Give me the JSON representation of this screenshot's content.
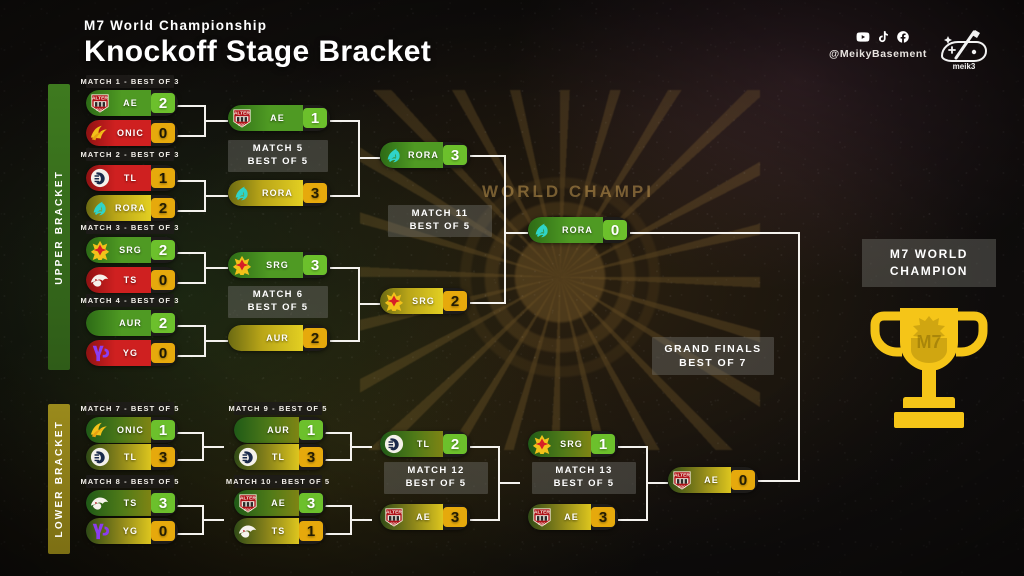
{
  "header": {
    "subtitle": "M7 World Championship",
    "title": "Knockoff Stage Bracket",
    "handle": "@MeikyBasement",
    "social_icons": [
      "youtube-icon",
      "tiktok-icon",
      "facebook-icon"
    ],
    "logo": "meiky-logo"
  },
  "rails": {
    "upper": "UPPER BRACKET",
    "lower": "LOWER BRACKET",
    "upper_color": "#3e7a1f",
    "lower_color": "#9a8a1c"
  },
  "colors": {
    "winner_green": "#6cc02c",
    "loser_red": "#cf2020",
    "gold": "#e6a90c",
    "trophy": "#f5c518",
    "line": "#f4f2ee"
  },
  "stage_labels": {
    "match5": "MATCH 5\nBEST OF 5",
    "match6": "MATCH 6\nBEST OF 5",
    "match11": "MATCH 11\nBEST OF 5",
    "match12": "MATCH 12\nBEST OF 5",
    "match13": "MATCH 13\nBEST OF 5",
    "grand_finals": "GRAND FINALS\nBEST OF 7"
  },
  "match_headers": {
    "m1": "MATCH 1 - BEST OF 3",
    "m2": "MATCH 2 - BEST OF 3",
    "m3": "MATCH 3 - BEST OF 3",
    "m4": "MATCH 4 - BEST OF 3",
    "m7": "MATCH 7 - BEST OF 5",
    "m8": "MATCH 8 - BEST OF 5",
    "m9": "MATCH 9 - BEST OF 5",
    "m10": "MATCH 10 - BEST OF 5"
  },
  "champion": {
    "label": "M7 WORLD\nCHAMPION",
    "trophy_icon": "trophy-icon",
    "trophy_emblem": "M7"
  },
  "watermark": {
    "text": "WORLD CHAMPI"
  },
  "matches": {
    "m1": [
      {
        "team": "AE",
        "logo": "ae-logo",
        "score": "2",
        "state": "win"
      },
      {
        "team": "ONIC",
        "logo": "onic-logo",
        "score": "0",
        "state": "lose"
      }
    ],
    "m2": [
      {
        "team": "TL",
        "logo": "tl-logo",
        "score": "1",
        "state": "lose"
      },
      {
        "team": "RORA",
        "logo": "rora-logo",
        "score": "2",
        "state": "gold"
      }
    ],
    "m3": [
      {
        "team": "SRG",
        "logo": "srg-logo",
        "score": "2",
        "state": "win"
      },
      {
        "team": "TS",
        "logo": "ts-logo",
        "score": "0",
        "state": "lose"
      }
    ],
    "m4": [
      {
        "team": "AUR",
        "logo": "aur-logo",
        "score": "2",
        "state": "win"
      },
      {
        "team": "YG",
        "logo": "yg-logo",
        "score": "0",
        "state": "lose"
      }
    ],
    "m5": [
      {
        "team": "AE",
        "logo": "ae-logo",
        "score": "1",
        "state": "win"
      },
      {
        "team": "RORA",
        "logo": "rora-logo",
        "score": "3",
        "state": "gold"
      }
    ],
    "m6": [
      {
        "team": "SRG",
        "logo": "srg-logo",
        "score": "3",
        "state": "win"
      },
      {
        "team": "AUR",
        "logo": "aur-logo",
        "score": "2",
        "state": "gold"
      }
    ],
    "m11": [
      {
        "team": "RORA",
        "logo": "rora-logo",
        "score": "3",
        "state": "win"
      },
      {
        "team": "SRG",
        "logo": "srg-logo",
        "score": "2",
        "state": "gold"
      }
    ],
    "m7": [
      {
        "team": "ONIC",
        "logo": "onic-logo",
        "score": "1",
        "state": "olive"
      },
      {
        "team": "TL",
        "logo": "tl-logo",
        "score": "3",
        "state": "oliveg"
      }
    ],
    "m8": [
      {
        "team": "TS",
        "logo": "ts-logo",
        "score": "3",
        "state": "olive"
      },
      {
        "team": "YG",
        "logo": "yg-logo",
        "score": "0",
        "state": "oliveg"
      }
    ],
    "m9": [
      {
        "team": "AUR",
        "logo": "aur-logo",
        "score": "1",
        "state": "olive"
      },
      {
        "team": "TL",
        "logo": "tl-logo",
        "score": "3",
        "state": "oliveg"
      }
    ],
    "m10": [
      {
        "team": "AE",
        "logo": "ae-logo",
        "score": "3",
        "state": "olive"
      },
      {
        "team": "TS",
        "logo": "ts-logo",
        "score": "1",
        "state": "oliveg"
      }
    ],
    "m12": [
      {
        "team": "TL",
        "logo": "tl-logo",
        "score": "2",
        "state": "olive"
      },
      {
        "team": "AE",
        "logo": "ae-logo",
        "score": "3",
        "state": "oliveg"
      }
    ],
    "m13": [
      {
        "team": "SRG",
        "logo": "srg-logo",
        "score": "1",
        "state": "olive"
      },
      {
        "team": "AE",
        "logo": "ae-logo",
        "score": "3",
        "state": "oliveg"
      }
    ],
    "grand_finals": [
      {
        "team": "RORA",
        "logo": "rora-logo",
        "score": "0",
        "state": "win"
      },
      {
        "team": "AE",
        "logo": "ae-logo",
        "score": "0",
        "state": "oliveg"
      }
    ]
  }
}
